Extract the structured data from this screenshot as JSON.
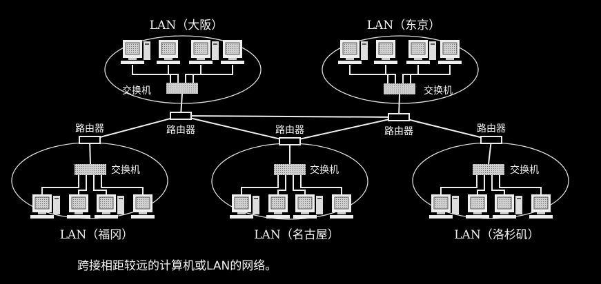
{
  "lans": [
    {
      "id": "osaka",
      "label": "LAN（大阪）",
      "switch_label": "交换机",
      "router_label": "路由器"
    },
    {
      "id": "tokyo",
      "label": "LAN（东京）",
      "switch_label": "交换机",
      "router_label": "路由器"
    },
    {
      "id": "fukuoka",
      "label": "LAN（福冈）",
      "switch_label": "交换机",
      "router_label": "路由器"
    },
    {
      "id": "nagoya",
      "label": "LAN（名古屋）",
      "switch_label": "交换机",
      "router_label": "路由器"
    },
    {
      "id": "losangeles",
      "label": "LAN（洛杉矶）",
      "switch_label": "交换机",
      "router_label": "路由器"
    }
  ],
  "caption": "跨接相距较远的计算机或LAN的网络。",
  "colors": {
    "background": "#000000",
    "line": "#eeeeee",
    "switch": "#bdbdbd"
  }
}
